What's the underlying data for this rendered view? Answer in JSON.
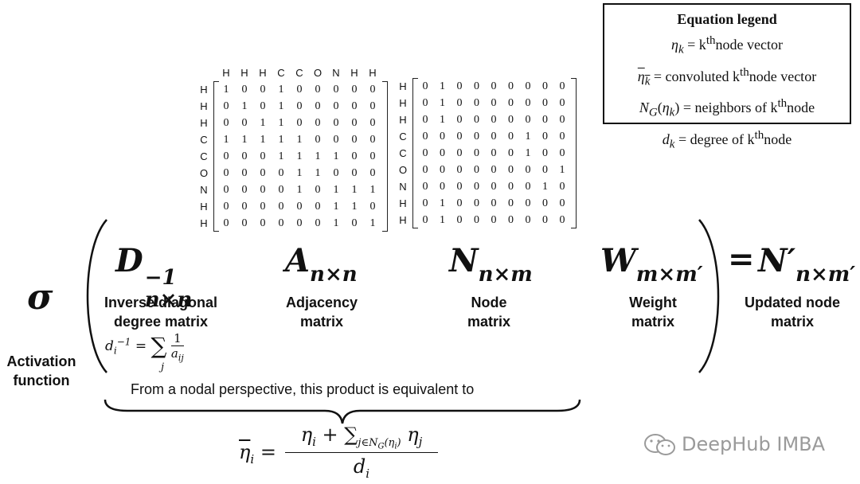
{
  "legend": {
    "title": "Equation legend",
    "lines": [
      "η_k = k^th node vector",
      "η̅_k = convoluted k^th node vector",
      "N_G(η_k) = neighbors of k^th node",
      "d_k = degree of k^th node"
    ]
  },
  "atoms": [
    "H",
    "H",
    "H",
    "C",
    "C",
    "O",
    "N",
    "H",
    "H"
  ],
  "adjacency": [
    [
      1,
      0,
      0,
      1,
      0,
      0,
      0,
      0,
      0
    ],
    [
      0,
      1,
      0,
      1,
      0,
      0,
      0,
      0,
      0
    ],
    [
      0,
      0,
      1,
      1,
      0,
      0,
      0,
      0,
      0
    ],
    [
      1,
      1,
      1,
      1,
      1,
      0,
      0,
      0,
      0
    ],
    [
      0,
      0,
      0,
      1,
      1,
      1,
      1,
      0,
      0
    ],
    [
      0,
      0,
      0,
      0,
      1,
      1,
      0,
      0,
      0
    ],
    [
      0,
      0,
      0,
      0,
      1,
      0,
      1,
      1,
      1
    ],
    [
      0,
      0,
      0,
      0,
      0,
      0,
      1,
      1,
      0
    ],
    [
      0,
      0,
      0,
      0,
      0,
      0,
      1,
      0,
      1
    ]
  ],
  "node_matrix": [
    [
      0,
      1,
      0,
      0,
      0,
      0,
      0,
      0,
      0
    ],
    [
      0,
      1,
      0,
      0,
      0,
      0,
      0,
      0,
      0
    ],
    [
      0,
      1,
      0,
      0,
      0,
      0,
      0,
      0,
      0
    ],
    [
      0,
      0,
      0,
      0,
      0,
      0,
      1,
      0,
      0
    ],
    [
      0,
      0,
      0,
      0,
      0,
      0,
      1,
      0,
      0
    ],
    [
      0,
      0,
      0,
      0,
      0,
      0,
      0,
      0,
      1
    ],
    [
      0,
      0,
      0,
      0,
      0,
      0,
      0,
      1,
      0
    ],
    [
      0,
      1,
      0,
      0,
      0,
      0,
      0,
      0,
      0
    ],
    [
      0,
      1,
      0,
      0,
      0,
      0,
      0,
      0,
      0
    ]
  ],
  "equation": {
    "sigma": "σ",
    "D": "D",
    "D_sup": "−1",
    "D_sub": "n×n",
    "A": "A",
    "A_sub": "n×n",
    "N": "N",
    "N_sub": "n×m",
    "W": "W",
    "W_sub": "m×m′",
    "equals": "=",
    "Nprime": "N′",
    "Nprime_sub": "n×m′"
  },
  "labels": {
    "activation": "Activation function",
    "inverse_degree": "Inverse diagonal degree matrix",
    "adjacency": "Adjacency matrix",
    "node": "Node matrix",
    "weight": "Weight matrix",
    "updated": "Updated node matrix"
  },
  "degree_formula": "d_i^−1 = Σ_j 1/a_ij",
  "nodal_note": "From a nodal perspective, this product is equivalent to",
  "nodal_formula": {
    "lhs": "η̅_i =",
    "numerator": "η_i + Σ_{j∈N_G(η_i)} η_j",
    "denominator": "d_i"
  },
  "watermark": "DeepHub IMBA"
}
